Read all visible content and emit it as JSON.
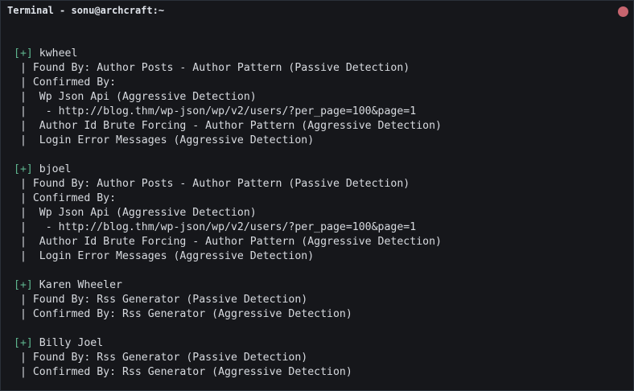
{
  "window": {
    "title": "Terminal - sonu@archcraft:~",
    "close_color": "#c7656f",
    "accent": "#5eb48e"
  },
  "lines": [
    {
      "prefix": "[+]",
      "text": " kwheel"
    },
    {
      "prefix": "",
      "text": " | Found By: Author Posts - Author Pattern (Passive Detection)"
    },
    {
      "prefix": "",
      "text": " | Confirmed By:"
    },
    {
      "prefix": "",
      "text": " |  Wp Json Api (Aggressive Detection)"
    },
    {
      "prefix": "",
      "text": " |   - http://blog.thm/wp-json/wp/v2/users/?per_page=100&page=1"
    },
    {
      "prefix": "",
      "text": " |  Author Id Brute Forcing - Author Pattern (Aggressive Detection)"
    },
    {
      "prefix": "",
      "text": " |  Login Error Messages (Aggressive Detection)"
    },
    {
      "prefix": "",
      "text": ""
    },
    {
      "prefix": "[+]",
      "text": " bjoel"
    },
    {
      "prefix": "",
      "text": " | Found By: Author Posts - Author Pattern (Passive Detection)"
    },
    {
      "prefix": "",
      "text": " | Confirmed By:"
    },
    {
      "prefix": "",
      "text": " |  Wp Json Api (Aggressive Detection)"
    },
    {
      "prefix": "",
      "text": " |   - http://blog.thm/wp-json/wp/v2/users/?per_page=100&page=1"
    },
    {
      "prefix": "",
      "text": " |  Author Id Brute Forcing - Author Pattern (Aggressive Detection)"
    },
    {
      "prefix": "",
      "text": " |  Login Error Messages (Aggressive Detection)"
    },
    {
      "prefix": "",
      "text": ""
    },
    {
      "prefix": "[+]",
      "text": " Karen Wheeler"
    },
    {
      "prefix": "",
      "text": " | Found By: Rss Generator (Passive Detection)"
    },
    {
      "prefix": "",
      "text": " | Confirmed By: Rss Generator (Aggressive Detection)"
    },
    {
      "prefix": "",
      "text": ""
    },
    {
      "prefix": "[+]",
      "text": " Billy Joel"
    },
    {
      "prefix": "",
      "text": " | Found By: Rss Generator (Passive Detection)"
    },
    {
      "prefix": "",
      "text": " | Confirmed By: Rss Generator (Aggressive Detection)"
    }
  ]
}
